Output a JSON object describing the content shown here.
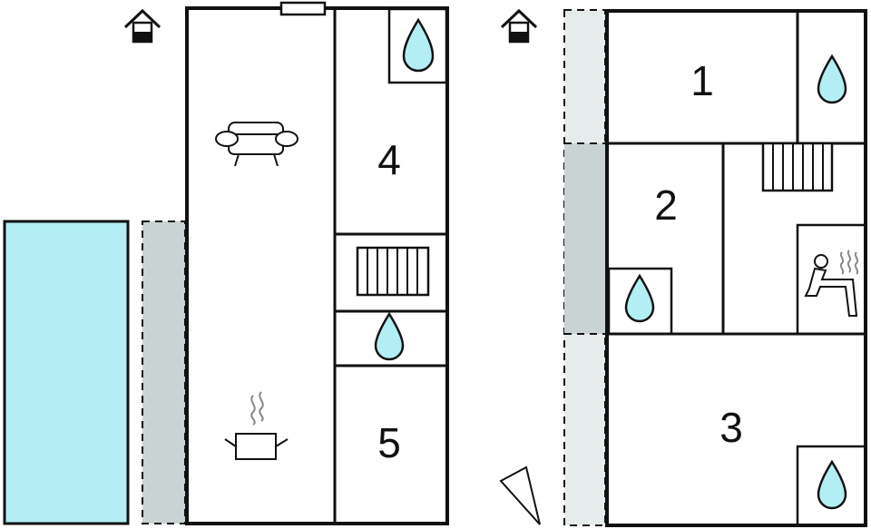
{
  "floors": [
    {
      "rooms": [
        {
          "label": "4",
          "type": "bedroom"
        },
        {
          "label": "5",
          "type": "bedroom"
        }
      ],
      "icons": [
        "house-icon",
        "sofa-icon",
        "stairs-icon",
        "water-drop-icon",
        "cooking-pot-icon",
        "pool",
        "terrace"
      ]
    },
    {
      "rooms": [
        {
          "label": "1",
          "type": "bedroom"
        },
        {
          "label": "2",
          "type": "bedroom"
        },
        {
          "label": "3",
          "type": "bedroom"
        }
      ],
      "icons": [
        "house-icon",
        "stairs-icon",
        "water-drop-icon",
        "sauna-icon",
        "terrace",
        "north-arrow-icon"
      ]
    }
  ],
  "colors": {
    "pool": "#B3EEF5",
    "terrace": "#C9D3D4",
    "terrace_light": "#E6ECEC",
    "water_drop": "#B3EEF5",
    "wall": "#111111"
  }
}
